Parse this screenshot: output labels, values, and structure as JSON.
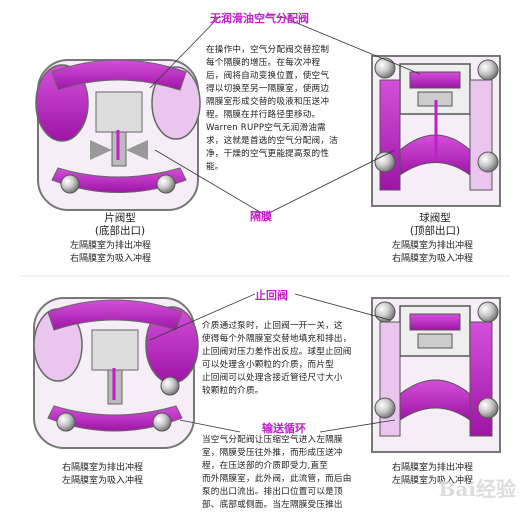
{
  "labels": {
    "top_title": "无润滑油空气分配阀",
    "diaphragm": "隔膜",
    "check_valve": "止回阀",
    "cycle": "输送循环"
  },
  "paragraphs": {
    "top": [
      "在操作中，空气分配阀交替控制",
      "每个隔膜的增压。在每次冲程",
      "后，阀将自动变换位置，使空气",
      "得以切换至另一隔膜室，使两边",
      "隔膜室形成交替的吸液和压送冲",
      "程。隔膜在并行路径里移动。",
      "Warren RUPP空气无润滑油需",
      "求，这就是首选的空气分配阀，洁",
      "净，干燥的空气更能提高泵的性",
      "能。"
    ],
    "middle": [
      "介质通过泵时，止回阀一开一关，这",
      "使得每个外隔膜室交替地填充和排出，",
      "止回阀对压力差作出反应。球型止回阀",
      "可以处理含小颗粒的介质，而片型",
      "止回阀可以处理含接近管径尺寸大小",
      "较颗粒的介质。"
    ],
    "bottom": [
      "当空气分配阀让压缩空气进入左隔膜",
      "室，隔膜受压往外推，而形成压送冲",
      "程，在压送部的介质即受力,直至",
      "而外隔膜室，此外阀，此流管，而后由",
      "泵的出口流出。排出口位置可以是顶",
      "部、底部或侧面。当左隔膜受压推出"
    ]
  },
  "captions": {
    "flap_type": "片阀型",
    "flap_outlet": "(底部出口)",
    "ball_type": "球阀型",
    "ball_outlet": "(顶部出口)",
    "top_left_1": "左隔膜室为排出冲程",
    "top_left_2": "右隔膜室为吸入冲程",
    "top_right_1": "左隔膜室为排出冲程",
    "top_right_2": "右隔膜室为吸入冲程",
    "bottom_left_1": "右隔膜室为排出冲程",
    "bottom_left_2": "左隔膜室为吸入冲程",
    "bottom_right_1": "右隔膜室为排出冲程",
    "bottom_right_2": "左隔膜室为吸入冲程"
  },
  "watermark": "Bai经验",
  "colors": {
    "accent": "#c21ec9",
    "light": "#f2d8f5",
    "frame": "#8a8a8a"
  }
}
